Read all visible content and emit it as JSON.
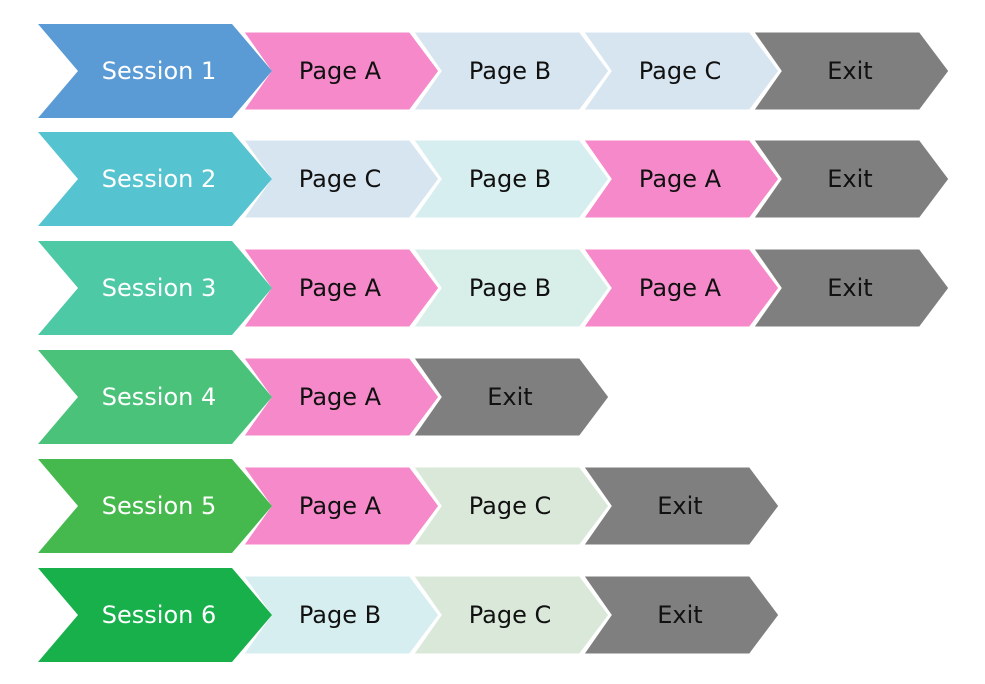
{
  "colors": {
    "page_a": "#f589c9",
    "page_b": "#d7eef0",
    "page_c": "#d7e5f0",
    "page_c_alt": "#d9e8d9",
    "exit": "#7f7f7f",
    "session_1": "#5b9bd5",
    "session_2": "#56c3d0",
    "session_3": "#4ec9a6",
    "session_4": "#4ac27a",
    "session_5": "#46b94e",
    "session_6": "#17b04b",
    "text_light": "#ffffff",
    "text_dark": "#111111"
  },
  "sessions": [
    {
      "label": "Session 1",
      "color": "#5b9bd5",
      "steps": [
        {
          "label": "Page A",
          "color": "#f589c9",
          "text_color": "#111111"
        },
        {
          "label": "Page B",
          "color": "#d7e5f0",
          "text_color": "#111111"
        },
        {
          "label": "Page C",
          "color": "#d7e5f0",
          "text_color": "#111111"
        },
        {
          "label": "Exit",
          "color": "#7f7f7f",
          "text_color": "#111111"
        }
      ]
    },
    {
      "label": "Session 2",
      "color": "#56c3d0",
      "steps": [
        {
          "label": "Page C",
          "color": "#d7e5f0",
          "text_color": "#111111"
        },
        {
          "label": "Page B",
          "color": "#d7eef0",
          "text_color": "#111111"
        },
        {
          "label": "Page A",
          "color": "#f589c9",
          "text_color": "#111111"
        },
        {
          "label": "Exit",
          "color": "#7f7f7f",
          "text_color": "#111111"
        }
      ]
    },
    {
      "label": "Session 3",
      "color": "#4ec9a6",
      "steps": [
        {
          "label": "Page A",
          "color": "#f589c9",
          "text_color": "#111111"
        },
        {
          "label": "Page B",
          "color": "#d8eee8",
          "text_color": "#111111"
        },
        {
          "label": "Page A",
          "color": "#f589c9",
          "text_color": "#111111"
        },
        {
          "label": "Exit",
          "color": "#7f7f7f",
          "text_color": "#111111"
        }
      ]
    },
    {
      "label": "Session 4",
      "color": "#4ac27a",
      "steps": [
        {
          "label": "Page A",
          "color": "#f589c9",
          "text_color": "#111111"
        },
        {
          "label": "Exit",
          "color": "#7f7f7f",
          "text_color": "#111111"
        }
      ]
    },
    {
      "label": "Session 5",
      "color": "#46b94e",
      "steps": [
        {
          "label": "Page A",
          "color": "#f589c9",
          "text_color": "#111111"
        },
        {
          "label": "Page C",
          "color": "#d9e8d9",
          "text_color": "#111111"
        },
        {
          "label": "Exit",
          "color": "#7f7f7f",
          "text_color": "#111111"
        }
      ]
    },
    {
      "label": "Session 6",
      "color": "#17b04b",
      "steps": [
        {
          "label": "Page B",
          "color": "#d7eef0",
          "text_color": "#111111"
        },
        {
          "label": "Page C",
          "color": "#d9e8d9",
          "text_color": "#111111"
        },
        {
          "label": "Exit",
          "color": "#7f7f7f",
          "text_color": "#111111"
        }
      ]
    }
  ]
}
